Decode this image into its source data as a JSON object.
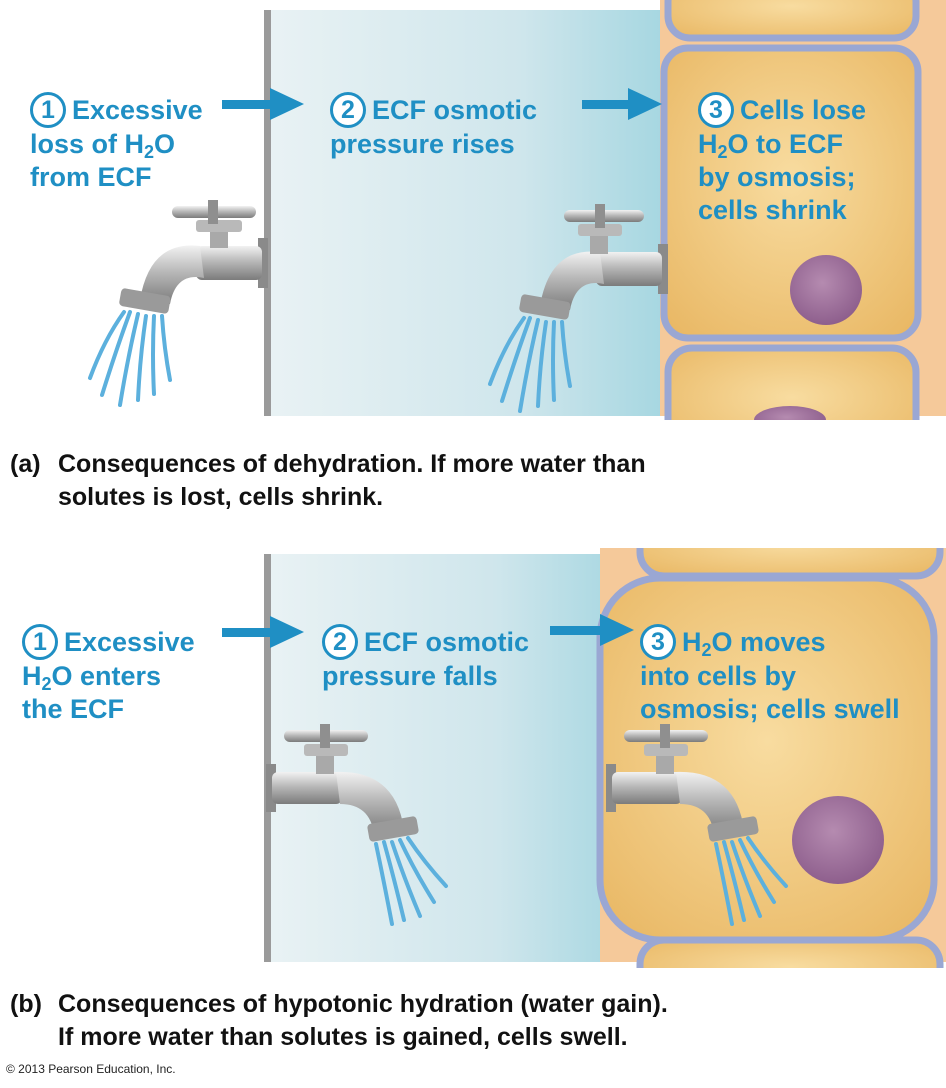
{
  "panel_a": {
    "steps": [
      {
        "num": "1",
        "line1": "Excessive",
        "line2_pre": "loss of H",
        "line2_sub": "2",
        "line2_post": "O",
        "line3": "from ECF"
      },
      {
        "num": "2",
        "line1": "ECF osmotic",
        "line2": "pressure rises"
      },
      {
        "num": "3",
        "line1": "Cells lose",
        "line2_pre": "H",
        "line2_sub": "2",
        "line2_post": "O to ECF",
        "line3": "by osmosis;",
        "line4": "cells shrink"
      }
    ],
    "caption": {
      "label": "(a)",
      "title": "Consequences of dehydration.",
      "body_1": " If more water than",
      "body_2": "solutes is lost, cells shrink."
    }
  },
  "panel_b": {
    "steps": [
      {
        "num": "1",
        "line1": "Excessive",
        "line2_pre": "H",
        "line2_sub": "2",
        "line2_post": "O enters",
        "line3": "the ECF"
      },
      {
        "num": "2",
        "line1": "ECF osmotic",
        "line2": "pressure falls"
      },
      {
        "num": "3",
        "line1_pre": "H",
        "line1_sub": "2",
        "line1_post": "O moves",
        "line2": "into cells by",
        "line3": "osmosis; cells swell"
      }
    ],
    "caption": {
      "label": "(b)",
      "title": "Consequences of hypotonic hydration (water gain).",
      "body_2": "If more water than solutes is gained, cells swell."
    }
  },
  "credit": "© 2013 Pearson Education, Inc.",
  "colors": {
    "accent": "#1f8fc4",
    "cell_fill": "#f3cf86",
    "membrane": "#9aa7d3",
    "ecf": "#cfe7ee"
  },
  "icons": [
    "faucet-icon",
    "water-stream-icon",
    "arrow-right-icon",
    "nucleus-icon"
  ]
}
